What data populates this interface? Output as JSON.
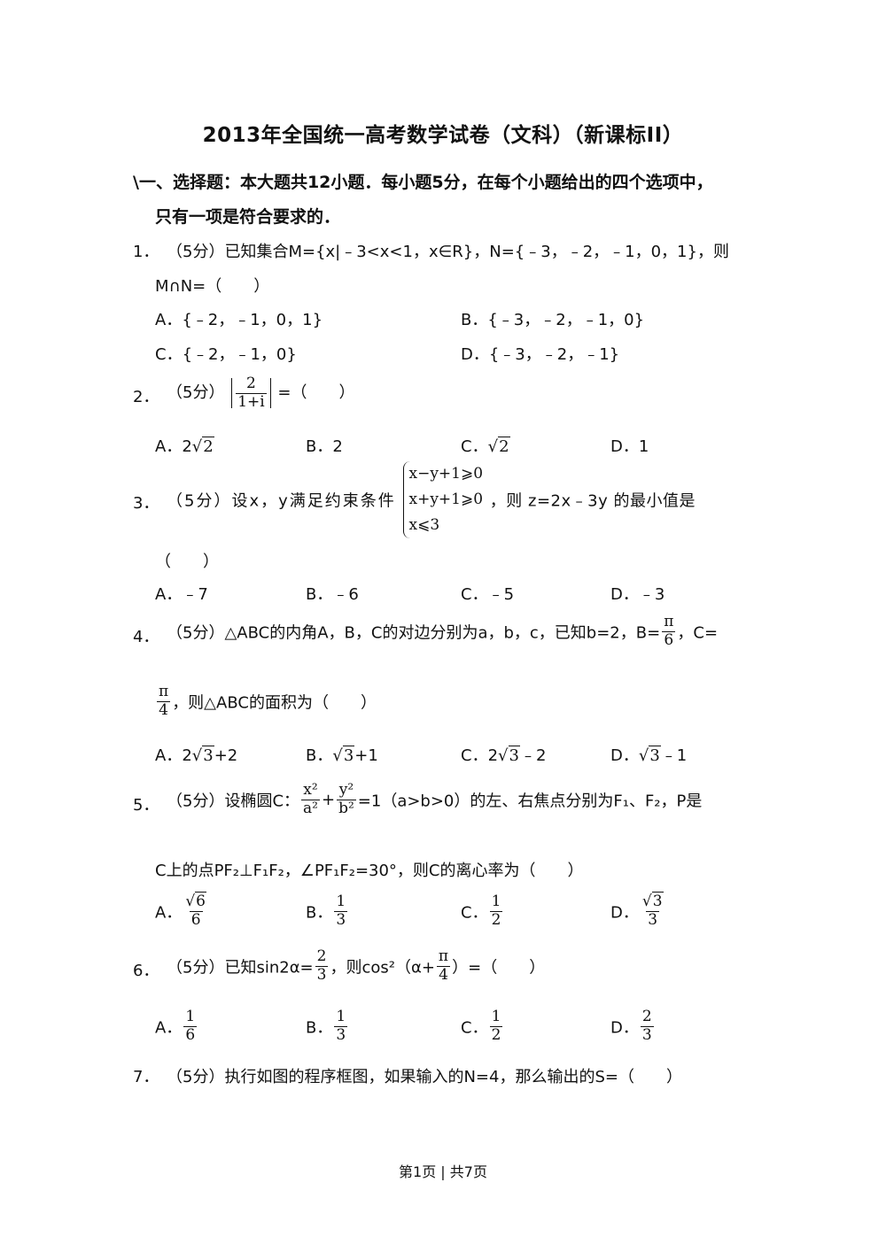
{
  "title": "2013年全国统一高考数学试卷（文科）（新课标II）",
  "section": {
    "line1": "\\一、选择题：本大题共12小题．每小题5分，在每个小题给出的四个选项中，",
    "line2": "只有一项是符合要求的．"
  },
  "questions": [
    {
      "num": "1．",
      "line1": "（5分）已知集合M={x|﹣3<x<1，x∈R}，N={﹣3，﹣2，﹣1，0，1}，则",
      "line2": "M∩N=（　　）",
      "options": [
        "A．{﹣2，﹣1，0，1}",
        "B．{﹣3，﹣2，﹣1，0}",
        "C．{﹣2，﹣1，0}",
        "D．{﹣3，﹣2，﹣1}"
      ]
    },
    {
      "num": "2．",
      "prefix": "（5分）",
      "frac_num": "2",
      "frac_den": "1+i",
      "suffix": "=（　　）",
      "options": [
        {
          "pre": "A．2",
          "rad": "2"
        },
        {
          "pre": "B．2"
        },
        {
          "pre": "C．",
          "rad": "2"
        },
        {
          "pre": "D．1"
        }
      ]
    },
    {
      "num": "3．",
      "prefix": "（5分）设x，y满足约束条件",
      "constraints": [
        "x−y+1⩾0",
        "x+y+1⩾0",
        "x⩽3"
      ],
      "suffix": "，则 z=2x﹣3y 的最小值是",
      "line2": "（　　）",
      "options": [
        "A．﹣7",
        "B．﹣6",
        "C．﹣5",
        "D．﹣3"
      ]
    },
    {
      "num": "4．",
      "line1_prefix": "（5分）△ABC的内角A，B，C的对边分别为a，b，c，已知b=2，B=",
      "B_num": "π",
      "B_den": "6",
      "line1_suffix": "，C=",
      "C_num": "π",
      "C_den": "4",
      "line2_suffix": "，则△ABC的面积为（　　）",
      "options": [
        {
          "pre": "A．2",
          "rad": "3",
          "post": "+2"
        },
        {
          "pre": "B．",
          "rad": "3",
          "post": "+1"
        },
        {
          "pre": "C．2",
          "rad": "3",
          "post": "﹣2"
        },
        {
          "pre": "D．",
          "rad": "3",
          "post": "﹣1"
        }
      ]
    },
    {
      "num": "5．",
      "prefix": "（5分）设椭圆C：",
      "f1_num": "x²",
      "f1_den": "a²",
      "plus": "+",
      "f2_num": "y²",
      "f2_den": "b²",
      "suffix": "=1（a>b>0）的左、右焦点分别为F₁、F₂，P是",
      "line2": "C上的点PF₂⊥F₁F₂，∠PF₁F₂=30°，则C的离心率为（　　）",
      "options": [
        {
          "pre": "A．",
          "num_rad": "6",
          "den": "6"
        },
        {
          "pre": "B．",
          "num": "1",
          "den": "3"
        },
        {
          "pre": "C．",
          "num": "1",
          "den": "2"
        },
        {
          "pre": "D．",
          "num_rad": "3",
          "den": "3"
        }
      ]
    },
    {
      "num": "6．",
      "prefix": "（5分）已知sin2α=",
      "f_num": "2",
      "f_den": "3",
      "mid": "，则cos²（α+",
      "g_num": "π",
      "g_den": "4",
      "suffix": "）=（　　）",
      "options": [
        {
          "pre": "A．",
          "num": "1",
          "den": "6"
        },
        {
          "pre": "B．",
          "num": "1",
          "den": "3"
        },
        {
          "pre": "C．",
          "num": "1",
          "den": "2"
        },
        {
          "pre": "D．",
          "num": "2",
          "den": "3"
        }
      ]
    },
    {
      "num": "7．",
      "line1": "（5分）执行如图的程序框图，如果输入的N=4，那么输出的S=（　　）"
    }
  ],
  "footer": "第1页 | 共7页"
}
